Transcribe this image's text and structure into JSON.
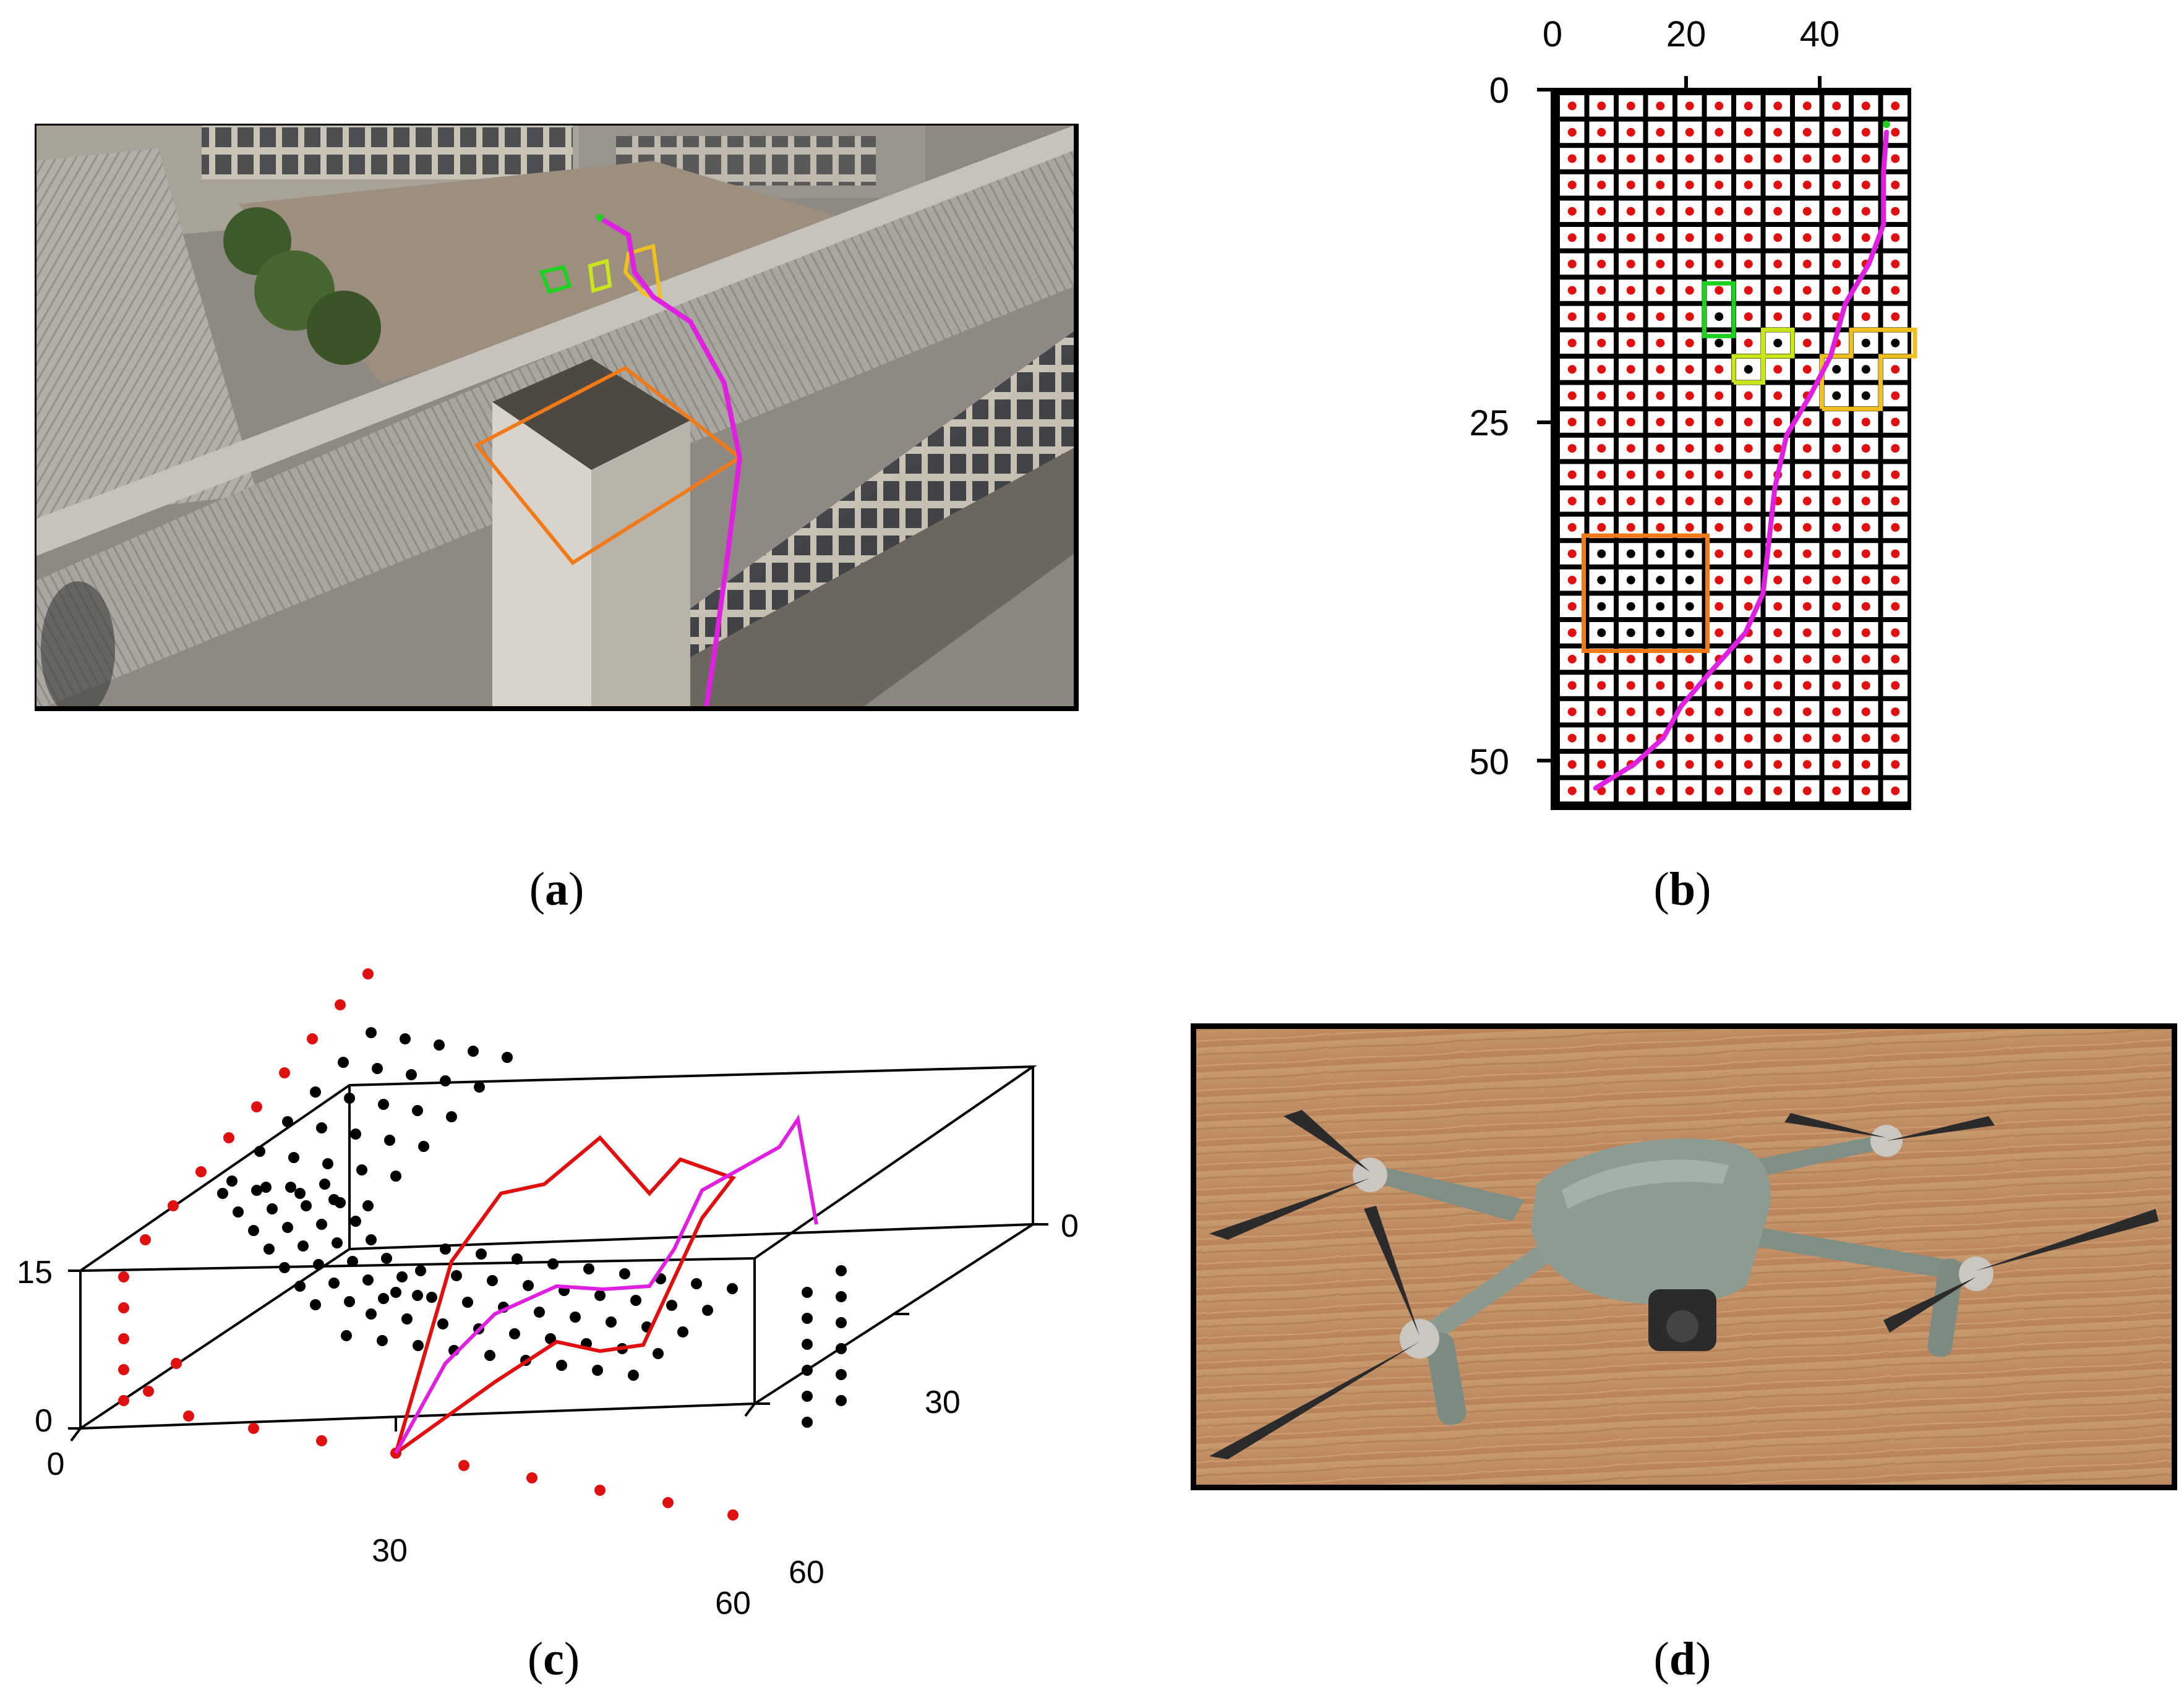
{
  "figure": {
    "panels": [
      {
        "id": "a",
        "label": "a",
        "content": "aerial-rooftop-photo"
      },
      {
        "id": "b",
        "label": "b",
        "content": "grid-map"
      },
      {
        "id": "c",
        "label": "c",
        "content": "3d-point-plot"
      },
      {
        "id": "d",
        "label": "d",
        "content": "drone-photo"
      }
    ]
  },
  "panel_b": {
    "x_ticks": [
      "0",
      "20",
      "40"
    ],
    "y_ticks": [
      "0",
      "25",
      "50"
    ]
  },
  "panel_c": {
    "z_ticks": [
      "15",
      "0"
    ],
    "x_ticks": [
      "0",
      "30",
      "60"
    ],
    "y_ticks": [
      "0",
      "30",
      "60"
    ]
  },
  "chart_data": {
    "type": "scatter",
    "x_ticks": [
      0,
      20,
      40
    ],
    "y_ticks": [
      0,
      25,
      50
    ],
    "grid": true,
    "series": [
      {
        "marker": "red-dot",
        "values": "free cells"
      },
      {
        "marker": "black-dot",
        "values": "obstacle cells"
      }
    ],
    "path_color": "#e020e0",
    "box_colors": [
      "#1fd11f",
      "#c8e61a",
      "#f0c020",
      "#f07a1a"
    ]
  },
  "colors": {
    "path": "#e020e0",
    "green_box": "#1fd11f",
    "lime_box": "#c8e61a",
    "yellow_box": "#f0c020",
    "orange_box": "#f07a1a",
    "free_dot": "#e01010",
    "obstacle_dot": "#000000",
    "red_path_3d": "#e01010"
  }
}
